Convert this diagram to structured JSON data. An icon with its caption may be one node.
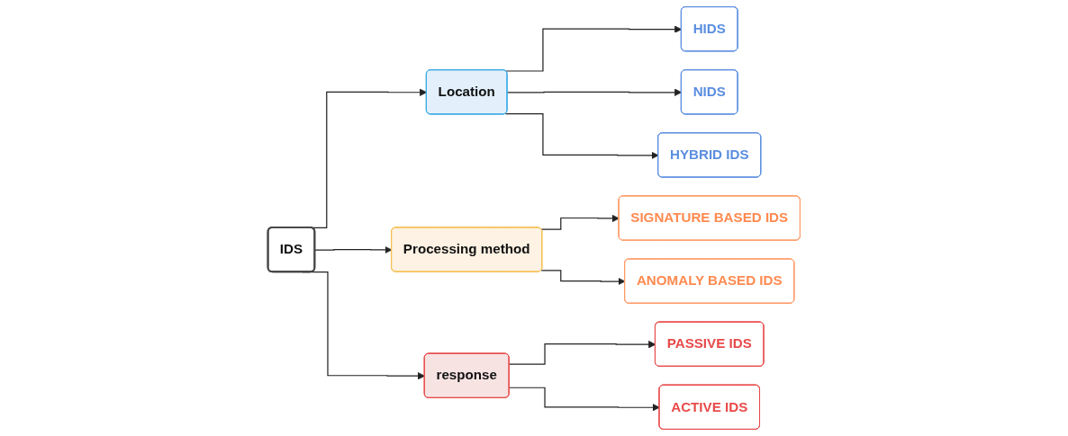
{
  "diagram": {
    "nodes": [
      {
        "text": [
          "IDS"
        ]
      },
      {
        "text": [
          "Location"
        ]
      },
      {
        "text": [
          "Processing method"
        ]
      },
      {
        "text": [
          "response"
        ]
      },
      {
        "text": [
          "HIDS"
        ]
      },
      {
        "text": [
          "NIDS"
        ]
      },
      {
        "text": [
          "HYBRID IDS"
        ]
      },
      {
        "text": [
          "SIGNATURE BASED IDS"
        ]
      },
      {
        "text": [
          "ANOMALY BASED IDS"
        ]
      },
      {
        "text": [
          "PASSIVE IDS"
        ]
      },
      {
        "text": [
          "ACTIVE IDS"
        ]
      }
    ],
    "edges": [
      {
        "from": 0,
        "to": 1,
        "arrow": "to"
      },
      {
        "from": 0,
        "to": 2,
        "arrow": "to"
      },
      {
        "from": 0,
        "to": 3,
        "arrow": "to"
      },
      {
        "from": 1,
        "to": 4,
        "arrow": "to"
      },
      {
        "from": 1,
        "to": 5,
        "arrow": "to"
      },
      {
        "from": 1,
        "to": 6,
        "arrow": "to"
      },
      {
        "from": 2,
        "to": 7,
        "arrow": "to"
      },
      {
        "from": 2,
        "to": 8,
        "arrow": "to"
      },
      {
        "from": 3,
        "to": 9,
        "arrow": "to"
      },
      {
        "from": 3,
        "to": 10,
        "arrow": "to"
      }
    ]
  }
}
